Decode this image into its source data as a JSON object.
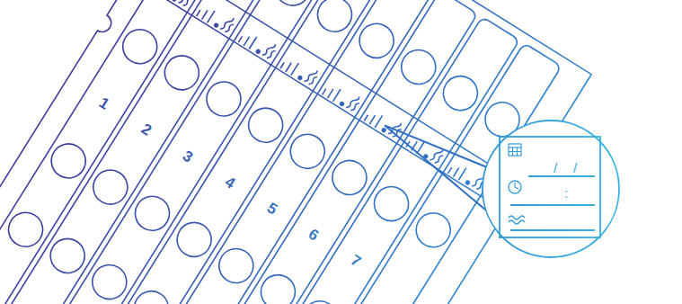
{
  "diagram": {
    "labels": [
      "1",
      "2",
      "3",
      "4",
      "5",
      "6",
      "7",
      "/",
      "/",
      ":"
    ]
  }
}
